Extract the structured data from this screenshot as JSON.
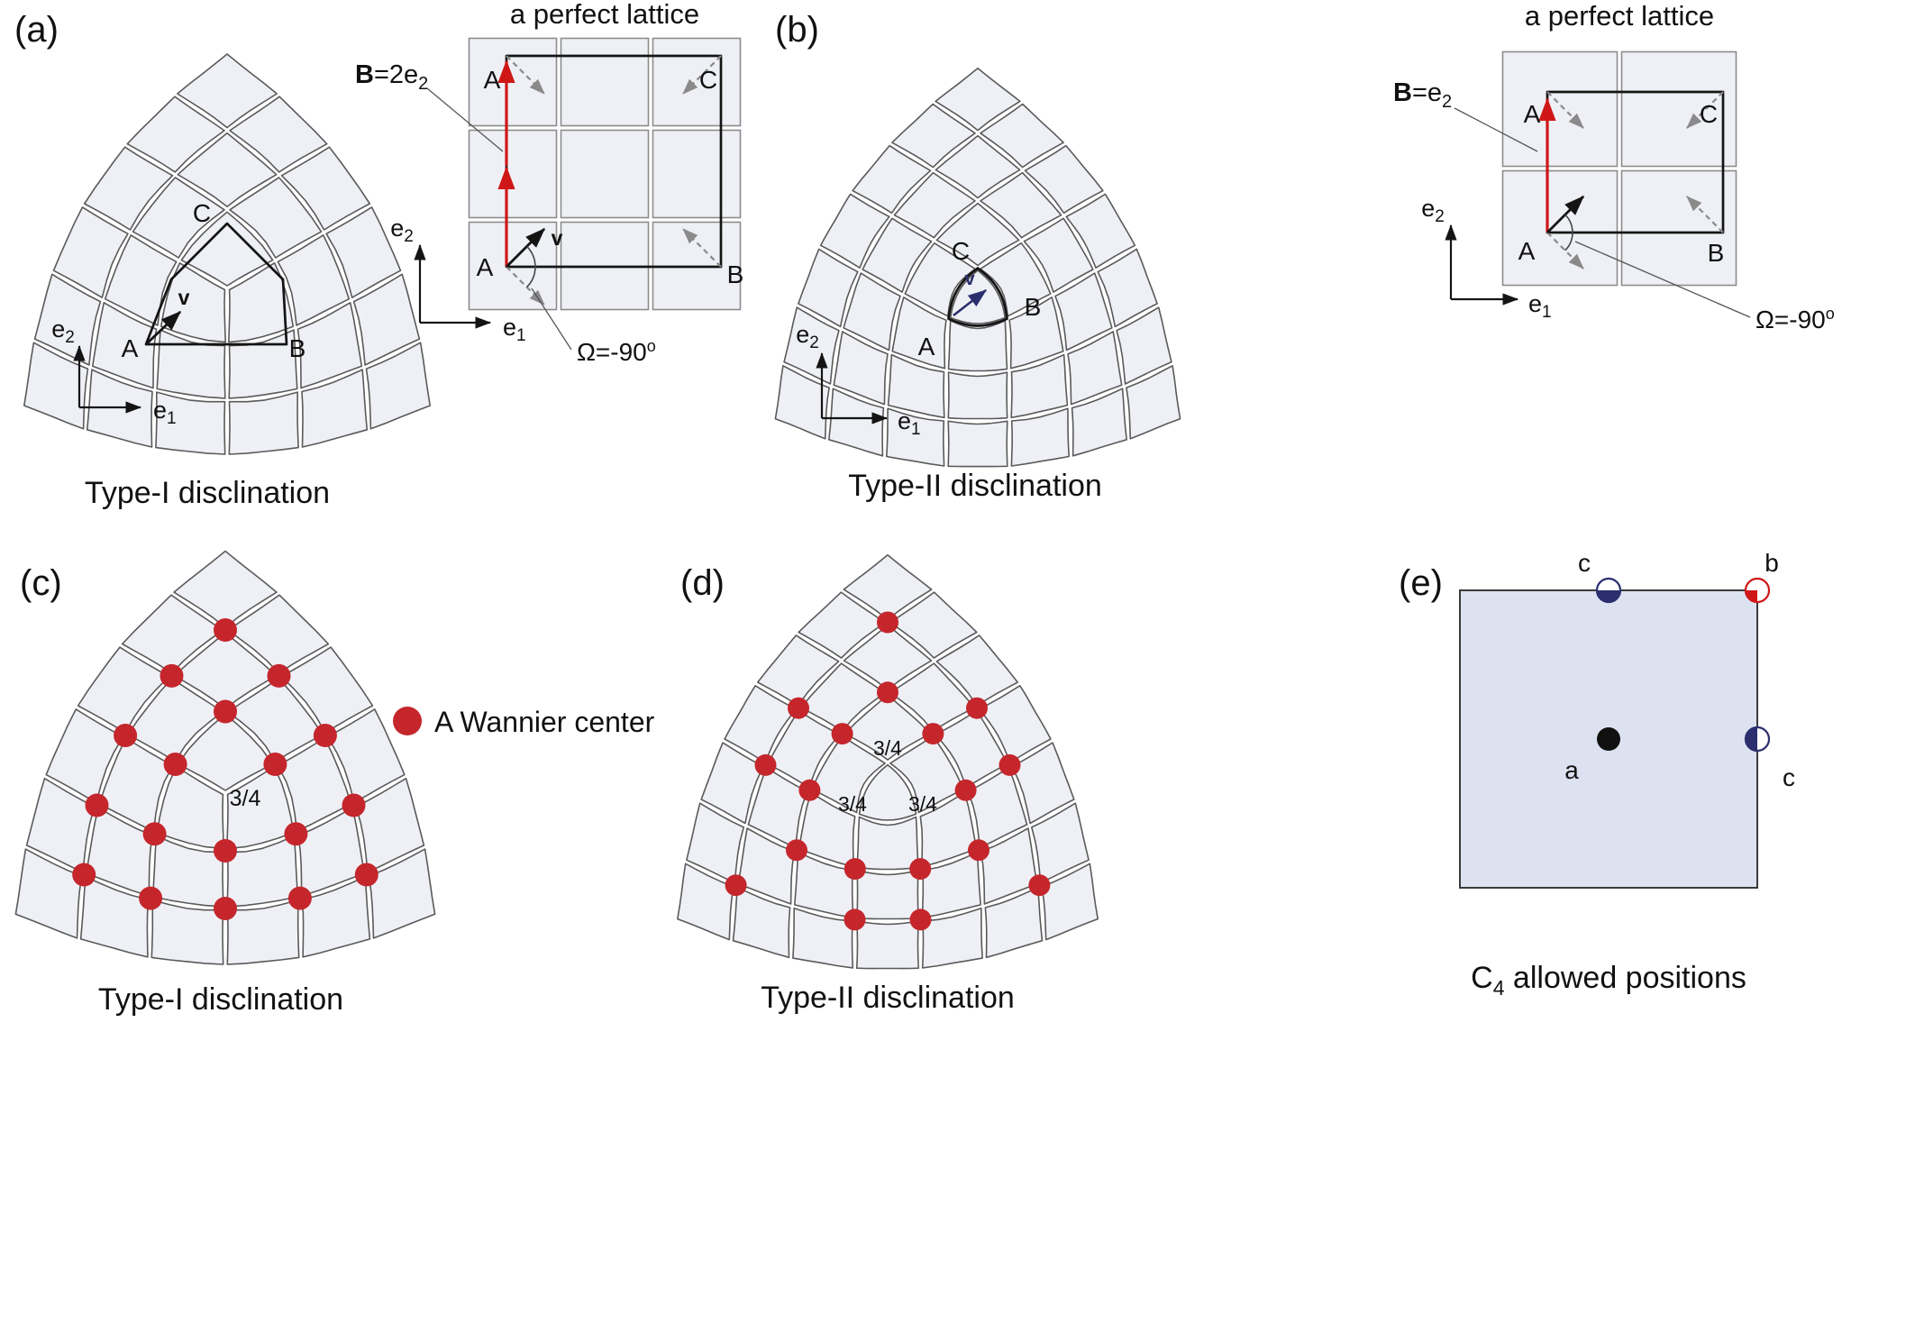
{
  "figure": {
    "panels": {
      "a": {
        "tag": "(a)",
        "caption": "Type-I disclination",
        "labels": {
          "A": "A",
          "B": "B",
          "C": "C",
          "v": "v"
        },
        "axes": {
          "e1_base": "e",
          "e1_sub": "1",
          "e2_base": "e",
          "e2_sub": "2"
        },
        "inset": {
          "title": "a perfect lattice",
          "labels": {
            "A_top": "A",
            "C": "C",
            "B": "B",
            "A_bottom": "A",
            "v": "v"
          },
          "burgers_b": "B",
          "burgers_rest": "=2e",
          "burgers_sub": "2",
          "omega_main": "Ω=-90",
          "omega_sup": "o"
        }
      },
      "b": {
        "tag": "(b)",
        "caption": "Type-II disclination",
        "labels": {
          "A": "A",
          "B": "B",
          "C": "C",
          "v": "v"
        },
        "axes": {
          "e1_base": "e",
          "e1_sub": "1",
          "e2_base": "e",
          "e2_sub": "2"
        },
        "inset": {
          "title": "a perfect lattice",
          "labels": {
            "A_top": "A",
            "C": "C",
            "B": "B",
            "A_bottom": "A"
          },
          "burgers_b": "B",
          "burgers_rest": "=e",
          "burgers_sub": "2",
          "omega_main": "Ω=-90",
          "omega_sup": "o"
        }
      },
      "c": {
        "tag": "(c)",
        "caption": "Type-I disclination",
        "charge": "3/4",
        "legend": {
          "label": "A Wannier center"
        }
      },
      "d": {
        "tag": "(d)",
        "caption": "Type-II disclination",
        "charges": [
          "3/4",
          "3/4",
          "3/4"
        ]
      },
      "e": {
        "tag": "(e)",
        "caption_base": "C",
        "caption_sub": "4",
        "caption_rest": " allowed positions",
        "labels": {
          "a": "a",
          "b": "b",
          "c_top": "c",
          "c_right": "c"
        }
      }
    },
    "colors": {
      "cell_fill": "#eef0f6",
      "cell_stroke": "#5a5a5a",
      "wannier_red": "#c5262c",
      "arrow_red": "#cf1717",
      "gray": "#8a8a8a",
      "navy": "#2b2f6e",
      "square_fill": "#dde2f1"
    }
  }
}
